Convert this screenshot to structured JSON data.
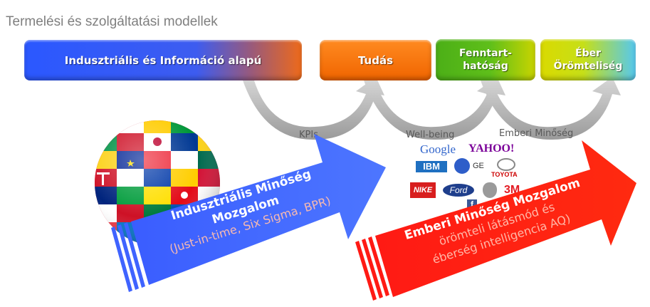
{
  "title": "Termelési és szolgáltatási modellek",
  "stages": [
    {
      "label": "Indusztriális és Információ alapú"
    },
    {
      "label": "Tudás"
    },
    {
      "line1": "Fenntart-",
      "line2": "hatóság"
    },
    {
      "line1": "Éber",
      "line2": "Örömteliség"
    }
  ],
  "transition_labels": [
    "KPIs",
    "Well-being",
    "Emberi Minőség"
  ],
  "blue_arrow": {
    "line1": "Indusztriális Minőség",
    "line2": "Mozgalom",
    "line3": "(Just-in-time, Six Sigma, BPR)",
    "color": "#3f63ff"
  },
  "red_arrow": {
    "line1": "Emberi Minőség Mozgalom",
    "line2": "örömteli látásmód és",
    "line3": "éberség intelligencia AQ)",
    "color": "#ff1a14"
  },
  "logos": {
    "google": "Google",
    "yahoo": "YAHOO!",
    "ibm": "IBM",
    "ge": "GE",
    "toyota": "TOYOTA",
    "nike": "NIKE",
    "ford": "Ford",
    "threem": "3M",
    "facebook": "f"
  }
}
